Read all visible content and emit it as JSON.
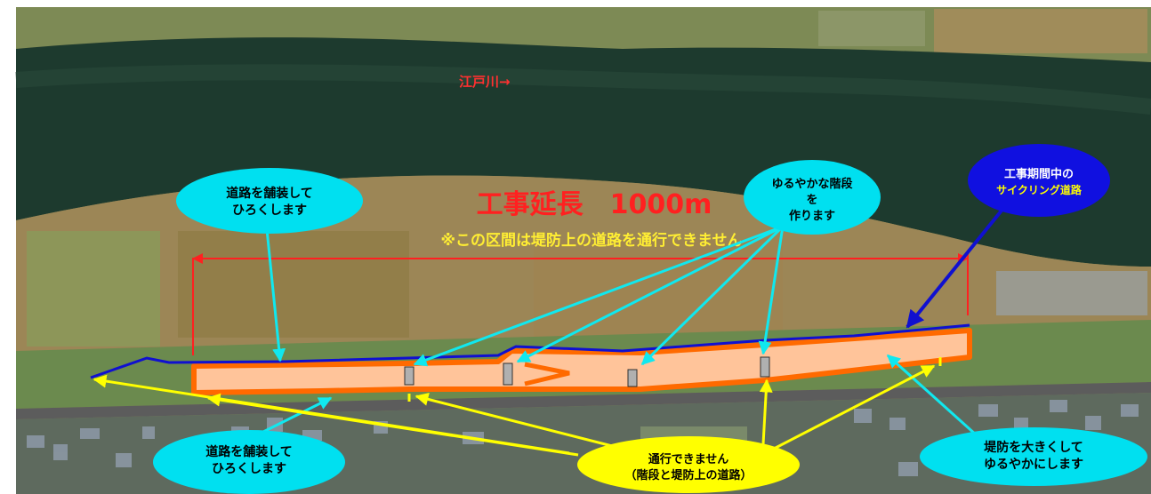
{
  "river_label": "江戸川→",
  "construction": {
    "length_label": "工事延長　1000m",
    "no_pass_note": "※この区間は堤防上の道路を通行できません"
  },
  "callouts": {
    "pave_road_top": [
      "道路を舗装して",
      "ひろくします"
    ],
    "gentle_stairs": [
      "ゆるやかな階段",
      "を",
      "作ります"
    ],
    "cycling_route": [
      "工事期間中の",
      "サイクリング道路"
    ],
    "pave_road_bottom": [
      "道路を舗装して",
      "ひろくします"
    ],
    "no_passage": [
      "通行できません",
      "（階段と堤防上の道路）"
    ],
    "levee_widen": [
      "堤防を大きくして",
      "ゆるやかにします"
    ]
  },
  "colors": {
    "route_blue": "#1010d0",
    "levee_orange": "#ff6a00",
    "levee_fill": "#ffc49a",
    "callout_cyan": "#00e0f0",
    "arrow_cyan": "#10e8ef",
    "callout_yellow": "#ffff00",
    "callout_blue": "#1010e0",
    "title_red": "#ff2020",
    "note_yellow": "#ffee33"
  }
}
